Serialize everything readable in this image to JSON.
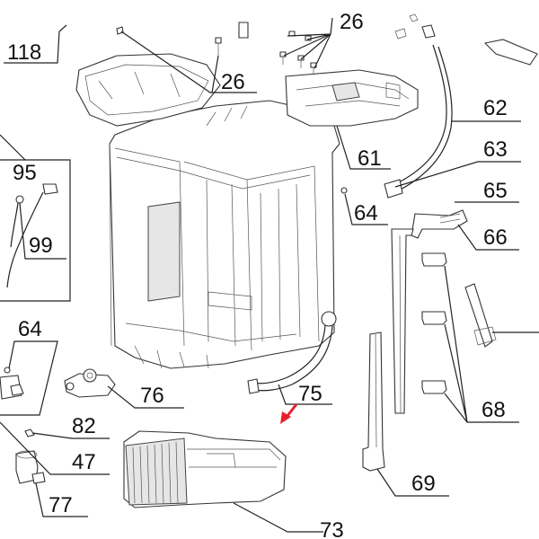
{
  "diagram": {
    "callouts": [
      {
        "id": "118",
        "text": "118"
      },
      {
        "id": "26a",
        "text": "26"
      },
      {
        "id": "26b",
        "text": "26"
      },
      {
        "id": "62",
        "text": "62"
      },
      {
        "id": "63",
        "text": "63"
      },
      {
        "id": "61",
        "text": "61"
      },
      {
        "id": "65",
        "text": "65"
      },
      {
        "id": "64a",
        "text": "64"
      },
      {
        "id": "66",
        "text": "66"
      },
      {
        "id": "95",
        "text": "95"
      },
      {
        "id": "99",
        "text": "99"
      },
      {
        "id": "64b",
        "text": "64"
      },
      {
        "id": "76",
        "text": "76"
      },
      {
        "id": "75",
        "text": "75"
      },
      {
        "id": "68",
        "text": "68"
      },
      {
        "id": "82",
        "text": "82"
      },
      {
        "id": "47",
        "text": "47"
      },
      {
        "id": "69",
        "text": "69"
      },
      {
        "id": "77",
        "text": "77"
      },
      {
        "id": "73",
        "text": "73"
      }
    ],
    "highlight_color": "#e8202a",
    "line_color": "#222222"
  }
}
